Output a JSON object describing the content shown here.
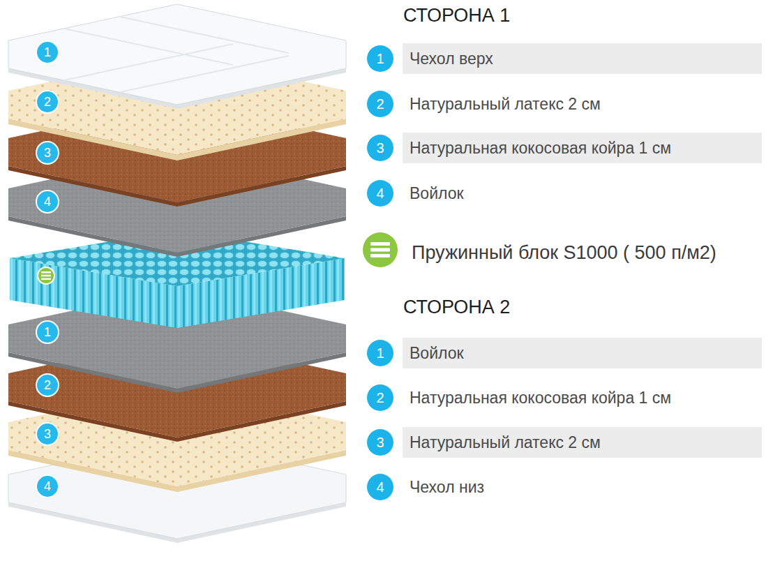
{
  "diagram": {
    "labels": [
      "СТОРОНА 1",
      "1",
      "Чехол верх",
      "2",
      "Натуральный латекс 2 см",
      "3",
      "Натуральная кокосовая койра 1 см",
      "4",
      "Войлок",
      "Пружинный блок S1000 ( 500 п/м2)",
      "СТОРОНА 2",
      "1",
      "Войлок",
      "2",
      "Натуральная кокосовая койра 1 см",
      "3",
      "Натуральный латекс 2 см",
      "4",
      "Чехол низ",
      "1",
      "2",
      "3",
      "4",
      "1",
      "2",
      "3",
      "4"
    ]
  }
}
